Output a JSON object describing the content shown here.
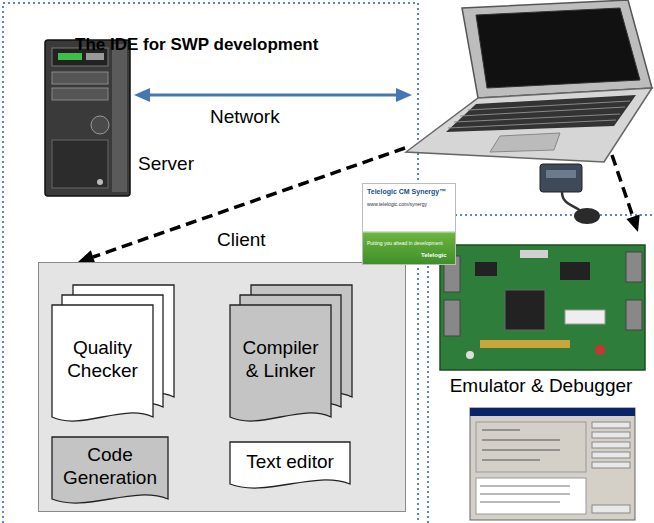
{
  "diagram": {
    "nodes": [
      {
        "text": [
          "The IDE for SWP development"
        ]
      },
      {
        "text": [
          "Client"
        ],
        "in": 0
      },
      {
        "text": [
          "Quality Checker"
        ],
        "in": 1
      },
      {
        "text": [
          "Compiler & Linker"
        ],
        "in": 1
      },
      {
        "text": [
          "Code Generation"
        ],
        "in": 1
      },
      {
        "text": [
          "Text editor"
        ],
        "in": 1
      },
      {
        "text": [
          "Emulator & Debugger"
        ]
      }
    ],
    "labels": [
      "Server",
      "Network",
      "Telelogic CM Synergy™",
      "www.telelogic.com/synergy",
      "Putting you ahead in development",
      "Telelogic"
    ]
  }
}
